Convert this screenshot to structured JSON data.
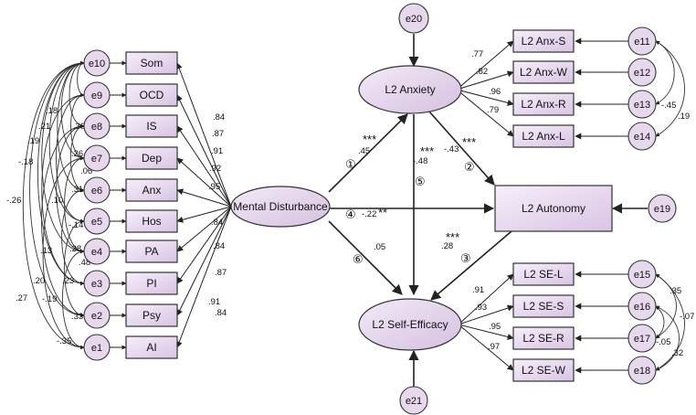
{
  "latent": {
    "mental_disturbance": "Mental Disturbance",
    "l2_anxiety": "L2 Anxiety",
    "l2_self_efficacy": "L2 Self-Efficacy"
  },
  "outcome": {
    "l2_autonomy": "L2 Autonomy"
  },
  "md_indicators": [
    "Som",
    "OCD",
    "IS",
    "Dep",
    "Anx",
    "Hos",
    "PA",
    "PI",
    "Psy",
    "AI"
  ],
  "md_errors": [
    "e10",
    "e9",
    "e8",
    "e7",
    "e6",
    "e5",
    "e4",
    "e3",
    "e2",
    "e1"
  ],
  "md_loadings": [
    ".84",
    ".87",
    ".91",
    ".92",
    ".95",
    ".84",
    ".84",
    ".87",
    ".91",
    ".84"
  ],
  "anx_indicators": [
    "L2 Anx-S",
    "L2 Anx-W",
    "L2 Anx-R",
    "L2 Anx-L"
  ],
  "anx_errors": [
    "e11",
    "e12",
    "e13",
    "e14"
  ],
  "anx_loadings": [
    ".77",
    ".82",
    ".96",
    ".79"
  ],
  "se_indicators": [
    "L2 SE-L",
    "L2 SE-S",
    "L2 SE-R",
    "L2 SE-W"
  ],
  "se_errors": [
    "e15",
    "e16",
    "e17",
    "e18"
  ],
  "se_loadings": [
    ".91",
    ".93",
    ".95",
    ".97"
  ],
  "disturbance_errors": {
    "anxiety": "e20",
    "self_efficacy": "e21",
    "autonomy": "e19"
  },
  "paths": {
    "p1": {
      "marker": "①",
      "coef": ".45",
      "sig": "***"
    },
    "p2": {
      "marker": "②",
      "coef": "-.43",
      "sig": "***"
    },
    "p3": {
      "marker": "③",
      "coef": ".28",
      "sig": "***"
    },
    "p4": {
      "marker": "④",
      "coef": "-.22",
      "sig": "**"
    },
    "p5": {
      "marker": "⑤",
      "coef": "-.48",
      "sig": "***"
    },
    "p6": {
      "marker": "⑥",
      "coef": ".05",
      "sig": ""
    }
  },
  "left_covariances": [
    ".18",
    ".36",
    ".21",
    ".26",
    ".19",
    ".06",
    "-.18",
    ".31",
    ".10",
    "-.14",
    ".28",
    "-.26",
    ".13",
    ".48",
    ".23",
    ".20",
    "-.19",
    ".33",
    ".27",
    "-.35"
  ],
  "anx_covariances": [
    "-.45",
    ".19"
  ],
  "se_covariances": [
    ".35",
    "-.07",
    "-.05",
    ".32"
  ],
  "colors": {
    "box_top": "#f4ecf8",
    "box_bottom": "#dcc8e6",
    "circle": "#e8d8ee",
    "stroke": "#333333"
  }
}
